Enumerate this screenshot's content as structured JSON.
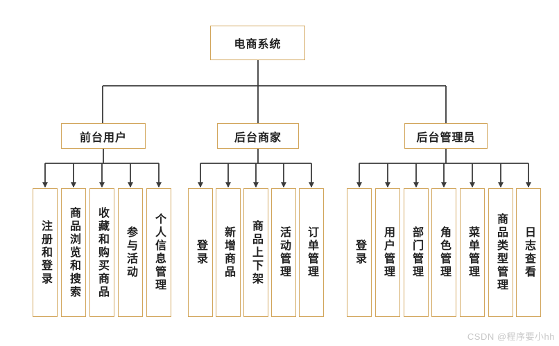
{
  "colors": {
    "background": "#ffffff",
    "box_border": "#d2a65c",
    "box_fill": "#ffffff",
    "line_color": "#3a3a3a",
    "text_color": "#1f1f1f",
    "watermark_color": "#c8c8c8"
  },
  "diagram": {
    "root": {
      "label": "电商系统"
    },
    "groups": [
      {
        "label": "前台用户",
        "children": [
          "注册和登录",
          "商品浏览和搜索",
          "收藏和购买商品",
          "参与活动",
          "个人信息管理"
        ]
      },
      {
        "label": "后台商家",
        "children": [
          "登录",
          "新增商品",
          "商品上下架",
          "活动管理",
          "订单管理"
        ]
      },
      {
        "label": "后台管理员",
        "children": [
          "登录",
          "用户管理",
          "部门管理",
          "角色管理",
          "菜单管理",
          "商品类型管理",
          "日志查看"
        ]
      }
    ]
  },
  "watermark": "CSDN @程序要小hh"
}
